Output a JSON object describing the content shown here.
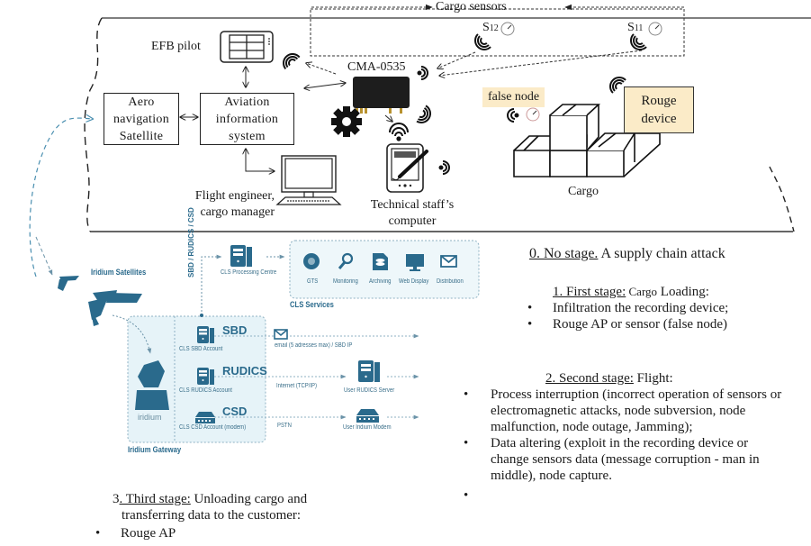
{
  "top_diagram": {
    "cargo_sensors_label": "Cargo sensors",
    "sensors": [
      {
        "id": "S12",
        "label_main": "S",
        "label_sub": "12"
      },
      {
        "id": "S11",
        "label_main": "S",
        "label_sub": "11"
      }
    ],
    "efb_label": "EFB pilot",
    "cma_label": "CMA-0535",
    "aero_box": "Aero navigation Satellite",
    "aero_lines": [
      "Aero",
      "navigation",
      "Satellite"
    ],
    "ais_lines": [
      "Aviation",
      "information",
      "system"
    ],
    "flight_engineer_lines": [
      "Flight engineer,",
      "cargo manager"
    ],
    "tech_staff_lines": [
      "Technical staff’s",
      "computer"
    ],
    "false_node_label": "false node",
    "rouge_device_lines": [
      "Rouge",
      "device"
    ],
    "cargo_label": "Cargo",
    "colors": {
      "highlight": "#fbebc8",
      "line": "#222222",
      "satellite_link": "#4a8fb0"
    }
  },
  "iridium": {
    "satellites_label": "Iridium Satellites",
    "gateway_label": "Iridium Gateway",
    "iridium_logo": "iridium",
    "vertical_link_label": "SBD / RUDICS / CSD",
    "processing_centre": "CLS Processing Centre",
    "services_label": "CLS Services",
    "services": [
      {
        "icon": "globe-icon",
        "label": "GTS"
      },
      {
        "icon": "magnifier-icon",
        "label": "Monitoring"
      },
      {
        "icon": "archive-icon",
        "label": "Archiving"
      },
      {
        "icon": "monitor-icon",
        "label": "Web Display"
      },
      {
        "icon": "envelope-icon",
        "label": "Distribution"
      }
    ],
    "channels": [
      {
        "name": "SBD",
        "account": "CLS SBD Account",
        "link": "email (5 adresses max) / SBD IP",
        "dest": ""
      },
      {
        "name": "RUDICS",
        "account": "CLS RUDICS Account",
        "link": "Internet (TCP/IP)",
        "dest": "User RUDICS Server"
      },
      {
        "name": "CSD",
        "account": "CLS  CSD Account (modem)",
        "link": "PSTN",
        "dest": "User Iridium Modem"
      }
    ],
    "colors": {
      "primary": "#2a6a8c",
      "panel": "#e6f3f8"
    }
  },
  "stages": {
    "stage0": {
      "title": "0. No stage.",
      "rest": " A supply chain attack"
    },
    "stage1": {
      "title": "1. First stage:",
      "small": " Cargo",
      "rest": " Loading:",
      "bullets": [
        "Infiltration the recording device;",
        "Rouge AP or sensor (false node)"
      ]
    },
    "stage2": {
      "title": "2. Second stage:",
      "rest": " Flight:",
      "bullets": [
        "Process interruption (incorrect operation of sensors or electromagnetic attacks, node subversion, node malfunction, node outage, Jamming);",
        "Data altering (exploit in the recording device or change sensors data (message corruption - man in middle), node capture.",
        ""
      ]
    },
    "stage3": {
      "num": "3",
      "title": ". Third stage:",
      "rest": " Unloading cargo and",
      "line2": "transferring data to the customer:",
      "bullets": [
        "Rouge AP"
      ]
    }
  }
}
